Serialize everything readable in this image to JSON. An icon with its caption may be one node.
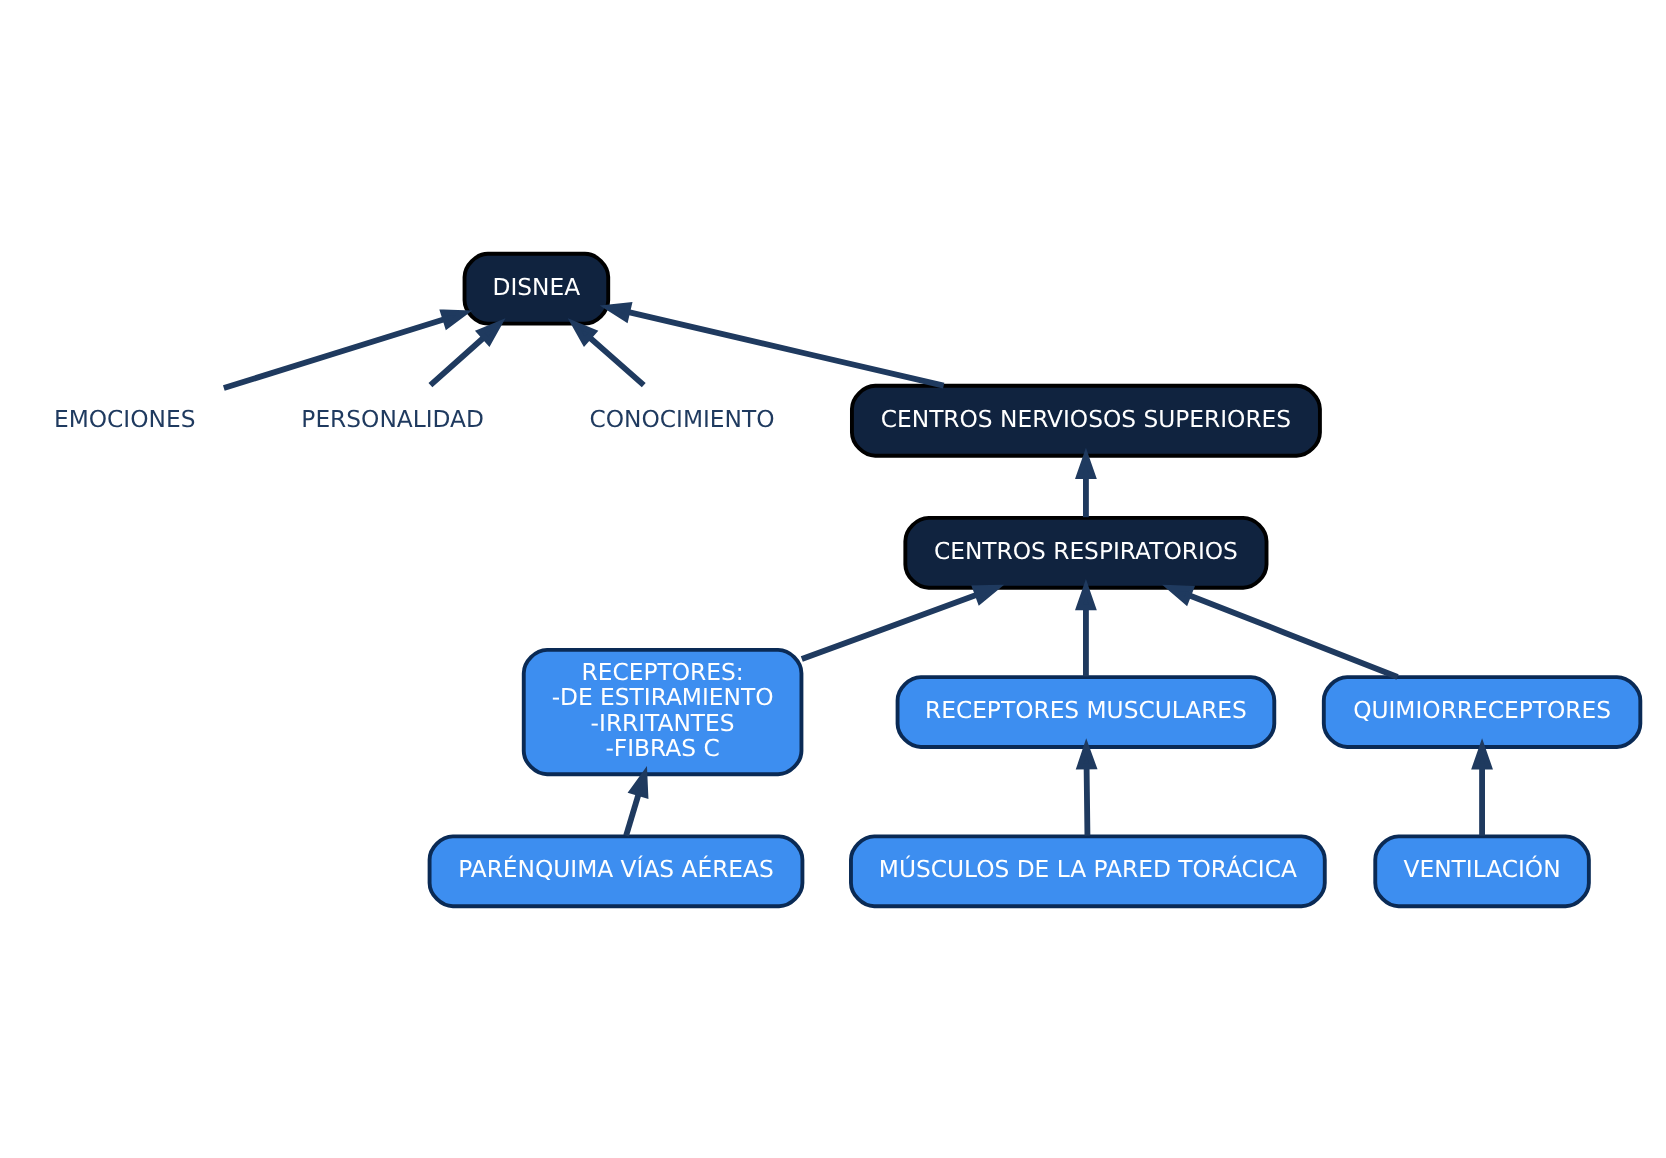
{
  "diagram": {
    "nodes": [
      {
        "text": [
          "EMOCIONES"
        ]
      },
      {
        "text": [
          "PERSONALIDAD"
        ]
      },
      {
        "text": [
          "CONOCIMIENTO"
        ]
      },
      {
        "text": [
          "DISNEA"
        ]
      },
      {
        "text": [
          "CENTROS NERVIOSOS SUPERIORES"
        ]
      },
      {
        "text": [
          "CENTROS RESPIRATORIOS"
        ]
      },
      {
        "text": [
          "RECEPTORES:",
          "-DE ESTIRAMIENTO",
          "-IRRITANTES",
          "-FIBRAS C"
        ]
      },
      {
        "text": [
          "RECEPTORES MUSCULARES"
        ]
      },
      {
        "text": [
          "QUIMIORRECEPTORES"
        ]
      },
      {
        "text": [
          "PARÉNQUIMA VÍAS AÉREAS"
        ]
      },
      {
        "text": [
          "MÚSCULOS DE LA PARED TORÁCICA"
        ]
      },
      {
        "text": [
          "VENTILACIÓN"
        ]
      }
    ],
    "edges": [
      {
        "from": 0,
        "to": 3,
        "arrow": "to"
      },
      {
        "from": 1,
        "to": 3,
        "arrow": "to"
      },
      {
        "from": 2,
        "to": 3,
        "arrow": "to"
      },
      {
        "from": 4,
        "to": 3,
        "arrow": "to"
      },
      {
        "from": 5,
        "to": 4,
        "arrow": "to"
      },
      {
        "from": 6,
        "to": 5,
        "arrow": "to"
      },
      {
        "from": 7,
        "to": 5,
        "arrow": "to"
      },
      {
        "from": 8,
        "to": 5,
        "arrow": "to"
      },
      {
        "from": 9,
        "to": 6,
        "arrow": "to"
      },
      {
        "from": 10,
        "to": 7,
        "arrow": "to"
      },
      {
        "from": 11,
        "to": 8,
        "arrow": "to"
      }
    ]
  }
}
